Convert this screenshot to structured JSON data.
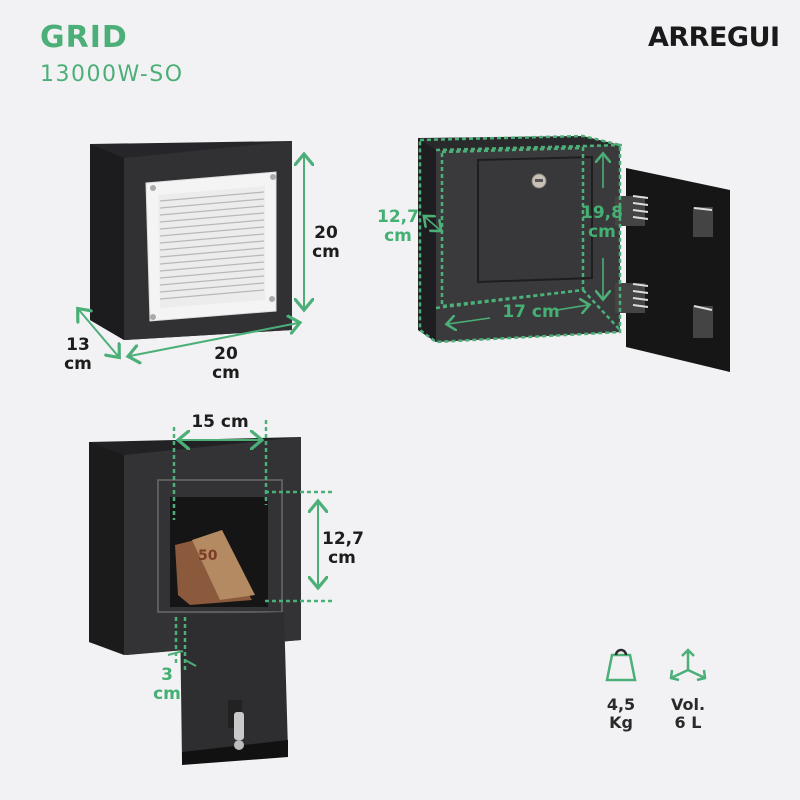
{
  "header": {
    "product_name": "GRID",
    "model_code": "13000W-SO",
    "brand_logo": "ARREGUI"
  },
  "views": {
    "front": {
      "height_label": [
        "20",
        "cm"
      ],
      "width_label": [
        "20",
        "cm"
      ],
      "depth_label": [
        "13",
        "cm"
      ]
    },
    "open_door": {
      "inner_depth_label": [
        "12,7",
        "cm"
      ],
      "inner_height_label": [
        "19,8",
        "cm"
      ],
      "inner_width_label": "17 cm"
    },
    "slot": {
      "slot_width_label": "15 cm",
      "slot_height_label": [
        "12,7",
        "cm"
      ],
      "flap_label": [
        "3",
        "cm"
      ]
    }
  },
  "specs": {
    "weight": {
      "icon": "weight-icon",
      "value": "4,5",
      "unit": "Kg"
    },
    "volume": {
      "icon": "volume-icon",
      "label": "Vol.",
      "value": "6 L"
    }
  },
  "colors": {
    "accent": "#4caf78",
    "background": "#f2f2f4",
    "box": "#2e2e30"
  }
}
